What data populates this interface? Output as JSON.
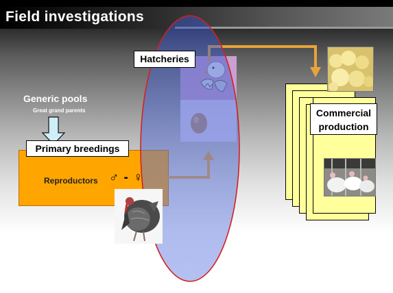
{
  "slide": {
    "title": "Field investigations"
  },
  "generic_pools": {
    "title": "Generic pools",
    "subtitle": "Great grand parents"
  },
  "primary_breedings": {
    "label": "Primary breedings",
    "reproducors_text": "Reproductors",
    "symbols": "♂ - ♀"
  },
  "hatcheries": {
    "label": "Hatcheries"
  },
  "commercial_production": {
    "line1": "Commercial",
    "line2": "production"
  },
  "colors": {
    "orange": "#ffa500",
    "arrow": "#e8a43a",
    "ellipse_fill": "#5a78d6",
    "ellipse_stroke": "#d42020",
    "yellow_page": "#ffff9c"
  }
}
